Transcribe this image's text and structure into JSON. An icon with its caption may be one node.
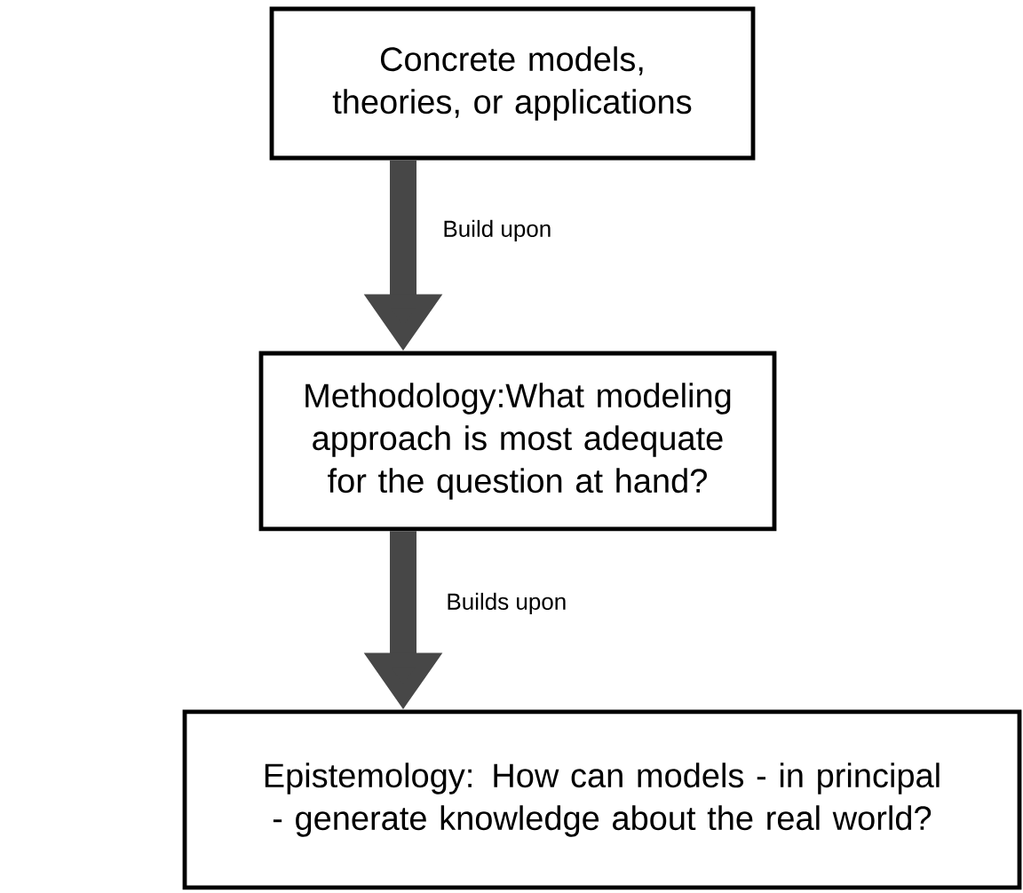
{
  "diagram": {
    "nodes": [
      {
        "text": [
          "Concrete models, theories, or applications"
        ]
      },
      {
        "text": [
          "Methodology:What modeling approach is most adequate for the question at hand?"
        ]
      },
      {
        "text": [
          "Epistemology: How can models - in principal - generate knowledge about the real world?"
        ]
      }
    ],
    "edges": [
      {
        "from": 0,
        "to": 1,
        "arrow": "to",
        "label": "Build upon"
      },
      {
        "from": 1,
        "to": 2,
        "arrow": "to",
        "label": "Builds upon"
      }
    ]
  }
}
